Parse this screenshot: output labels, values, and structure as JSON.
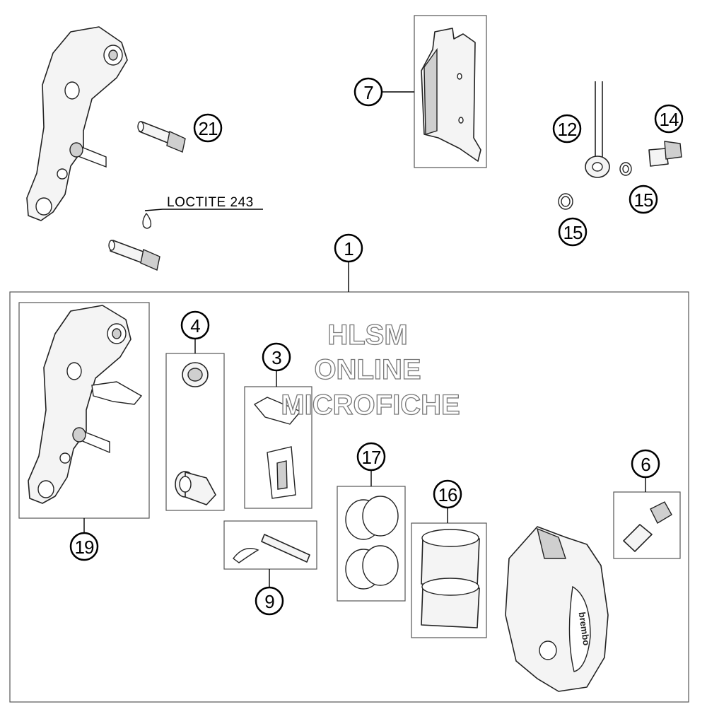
{
  "diagram": {
    "watermark": {
      "line1": "HLSM",
      "line2": "ONLINE",
      "line3": "MICROFICHE"
    },
    "note": "LOCTITE 243",
    "callouts": {
      "c1": "1",
      "c3": "3",
      "c4": "4",
      "c6": "6",
      "c7": "7",
      "c9": "9",
      "c12": "12",
      "c14": "14",
      "c15a": "15",
      "c15b": "15",
      "c16": "16",
      "c17": "17",
      "c19": "19",
      "c21": "21"
    },
    "caliper_brand": "brembo"
  }
}
